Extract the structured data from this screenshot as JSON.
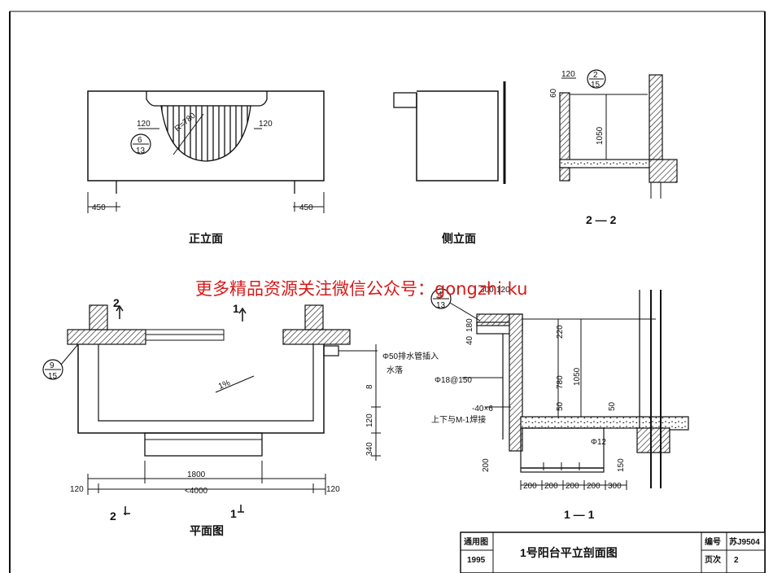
{
  "front": {
    "title": "正立面",
    "dim_120_left": "120",
    "dim_120_right": "120",
    "radius": "R=780",
    "ref_top": "6",
    "ref_bottom": "13",
    "dim_450_left": "450",
    "dim_450_right": "450"
  },
  "side": {
    "title": "侧立面"
  },
  "section22": {
    "title": "2 — 2",
    "dim_120": "120",
    "ref_top": "2",
    "ref_bottom": "15",
    "dim_60": "60",
    "dim_1050": "1050"
  },
  "plan": {
    "title": "平面图",
    "ref_top": "9",
    "ref_bottom": "15",
    "cut_1": "1",
    "cut_2": "2",
    "slope": "1%",
    "drain_note": "Φ50排水管插入",
    "drain_note_2": "水落",
    "dim_8": "8",
    "dim_120": "120",
    "dim_340": "340",
    "dim_1800": "1800",
    "dim_total": "<4000",
    "dim_120_left": "120",
    "dim_120_right": "120"
  },
  "section11": {
    "title": "1 — 1",
    "ref_top": "4",
    "ref_bottom": "13",
    "dim_300": "300",
    "dim_120": "120",
    "dim_40": "40",
    "dim_180": "180",
    "dim_220": "220",
    "dim_780": "780",
    "dim_50": "50",
    "dim_1050": "1050",
    "rebar": "Φ18@150",
    "plate": "-40×6",
    "weld": "上下与M-1焊接",
    "bar": "Φ12",
    "dim_50_right": "50",
    "dim_150": "150",
    "dim_200_vert": "200",
    "dim_200_a": "200",
    "dim_200_b": "200",
    "dim_200_c": "200",
    "dim_200_d": "200",
    "dim_300_bottom": "300"
  },
  "title_block": {
    "atlas_label": "通用图",
    "year": "1995",
    "title": "1号阳台平立剖面图",
    "number_label": "编号",
    "number": "苏J9504",
    "page_label": "页次",
    "page": "2"
  },
  "watermark": "更多精品资源关注微信公众号：gongzhi ku"
}
